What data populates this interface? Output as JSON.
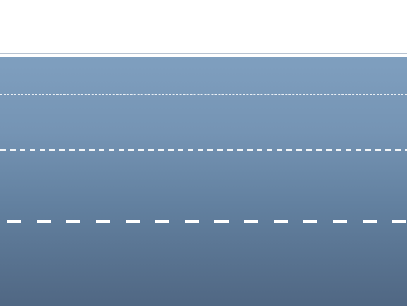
{
  "colors": {
    "background": "#ffffff",
    "rule": "#b8c4d2",
    "panel_top": "#7f9fbf",
    "panel_bottom": "#506783",
    "dash": "#ffffff"
  },
  "lines": [
    {
      "style": "thin-dashed"
    },
    {
      "style": "medium-dashed"
    },
    {
      "style": "thick-dashed"
    }
  ]
}
